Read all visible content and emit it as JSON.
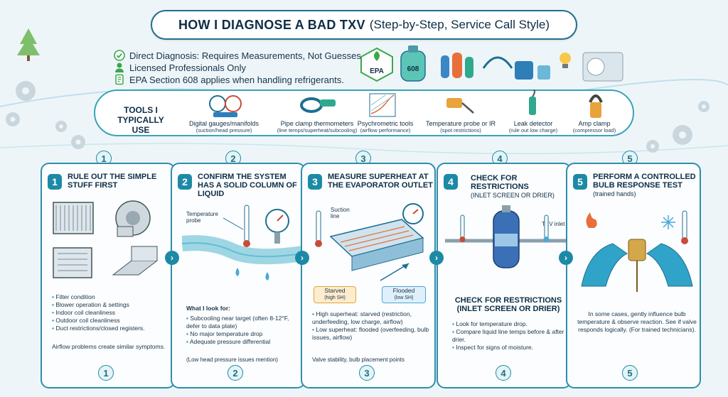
{
  "title": {
    "main": "HOW I DIAGNOSE A BAD TXV",
    "sub": "(Step-by-Step, Service Call Style)"
  },
  "notes": [
    "Direct Diagnosis: Requires Measurements, Not Guesses.",
    "Licensed Professionals Only",
    "EPA Section 608 applies when handling refrigerants."
  ],
  "badges": {
    "epa": "EPA",
    "cylinder": "608"
  },
  "tools": {
    "label": "TOOLS I TYPICALLY USE",
    "items": [
      {
        "name": "Digital gauges/manifolds",
        "sub": "(suction/head pressure)"
      },
      {
        "name": "Pipe clamp thermometers",
        "sub": "(line temps/superheat/subcooling)"
      },
      {
        "name": "Psychrometric tools",
        "sub": "(airflow performance)"
      },
      {
        "name": "Temperature probe or IR",
        "sub": "(spot restrictions)"
      },
      {
        "name": "Leak detector",
        "sub": "(rule out low charge)"
      },
      {
        "name": "Amp clamp",
        "sub": "(compressor load)"
      }
    ]
  },
  "steps": [
    {
      "num": "1",
      "title": "RULE OUT THE SIMPLE STUFF FIRST",
      "bullets": [
        "Filter condition",
        "Blower operation & settings",
        "Indoor coil cleanliness",
        "Outdoor coil cleanliness",
        "Duct restrictions/closed registers."
      ],
      "footer": "Airflow problems create similar symptoms."
    },
    {
      "num": "2",
      "title": "CONFIRM THE SYSTEM HAS A SOLID COLUMN OF LIQUID",
      "probe_label": "Temperature probe",
      "look_for": "What I look for:",
      "bullets": [
        "Subcooling near target (often 8-12°F, defer to data plate)",
        "No major temperature drop",
        "Adequate pressure differential"
      ],
      "footer": "(Low head pressure issues mention)"
    },
    {
      "num": "3",
      "title": "MEASURE SUPERHEAT AT THE EVAPORATOR OUTLET",
      "suction_label": "Suction line",
      "starved": "Starved",
      "starved_sub": "(high SH)",
      "flooded": "Flooded",
      "flooded_sub": "(low SH)",
      "bullets": [
        "High superheat: starved (restriction, underfeeding, low charge, airflow)",
        "Low superheat: flooded (overfeeding, bulb issues, airflow)"
      ],
      "footer": "Valve stability, bulb placement points"
    },
    {
      "num": "4",
      "title": "CHECK FOR RESTRICTIONS",
      "subtitle": "(INLET SCREEN OR DRIER)",
      "txv_label": "TXV inlet",
      "heading2": "CHECK FOR RESTRICTIONS (INLET SCREEN OR DRIER)",
      "bullets": [
        "Look for temperature drop.",
        "Compare liquid line temps before & after drier.",
        "Inspect for signs of moisture."
      ]
    },
    {
      "num": "5",
      "title": "PERFORM A CONTROLLED BULB RESPONSE TEST",
      "subtitle": "(trained hands)",
      "text": "In some cases, gently influence bulb temperature & observe reaction. See if valve responds logically. (For trained technicians)."
    }
  ],
  "colors": {
    "accent": "#1c8aa6",
    "panel_border": "#2f8eaa",
    "green": "#3aa84a",
    "dark": "#0e2e46"
  }
}
